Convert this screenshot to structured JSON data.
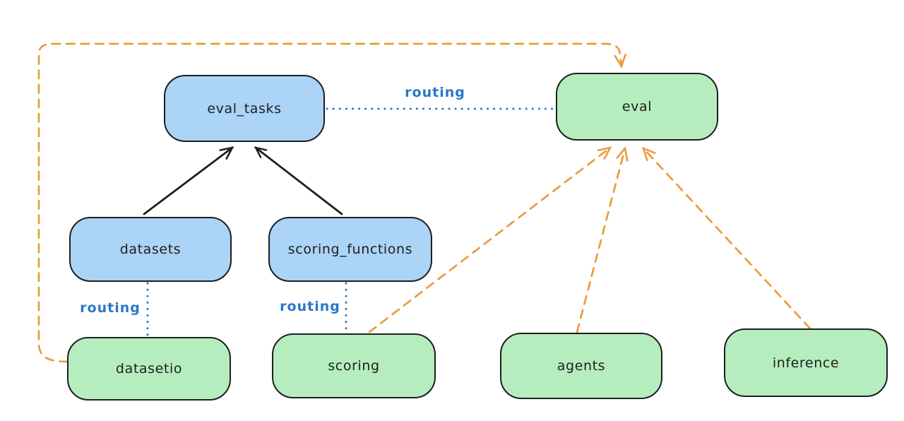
{
  "diagram": {
    "type": "dependency-graph",
    "background": "#ffffff",
    "colors": {
      "blue_node_fill": "#abd4f6",
      "green_node_fill": "#b6edbe",
      "node_border": "#1e1e1e",
      "solid_arrow": "#1e1e1e",
      "routing_blue": "#2878c8",
      "provider_orange": "#eb9a3d"
    },
    "nodes": {
      "eval_tasks": {
        "label": "eval_tasks",
        "fill": "blue"
      },
      "eval": {
        "label": "eval",
        "fill": "green"
      },
      "datasets": {
        "label": "datasets",
        "fill": "blue"
      },
      "scoring_functions": {
        "label": "scoring_functions",
        "fill": "blue"
      },
      "datasetio": {
        "label": "datasetio",
        "fill": "green"
      },
      "scoring": {
        "label": "scoring",
        "fill": "green"
      },
      "agents": {
        "label": "agents",
        "fill": "green"
      },
      "inference": {
        "label": "inference",
        "fill": "green"
      }
    },
    "edge_labels": {
      "eval_tasks_eval": "routing",
      "datasets_datasetio": "routing",
      "scoring_functions_scoring": "routing"
    },
    "edges": [
      {
        "from": "datasets",
        "to": "eval_tasks",
        "style": "solid",
        "color": "black",
        "arrowhead": true
      },
      {
        "from": "scoring_functions",
        "to": "eval_tasks",
        "style": "solid",
        "color": "black",
        "arrowhead": true
      },
      {
        "from": "eval_tasks",
        "to": "eval",
        "style": "dotted",
        "color": "blue",
        "label": "routing",
        "arrowhead": false
      },
      {
        "from": "datasets",
        "to": "datasetio",
        "style": "dotted",
        "color": "blue",
        "label": "routing",
        "arrowhead": false
      },
      {
        "from": "scoring_functions",
        "to": "scoring",
        "style": "dotted",
        "color": "blue",
        "label": "routing",
        "arrowhead": false
      },
      {
        "from": "datasetio",
        "to": "eval",
        "style": "dashed",
        "color": "orange",
        "arrowhead": true,
        "route": "left-and-over-top"
      },
      {
        "from": "scoring",
        "to": "eval",
        "style": "dashed",
        "color": "orange",
        "arrowhead": true
      },
      {
        "from": "agents",
        "to": "eval",
        "style": "dashed",
        "color": "orange",
        "arrowhead": true
      },
      {
        "from": "inference",
        "to": "eval",
        "style": "dashed",
        "color": "orange",
        "arrowhead": true
      }
    ]
  }
}
